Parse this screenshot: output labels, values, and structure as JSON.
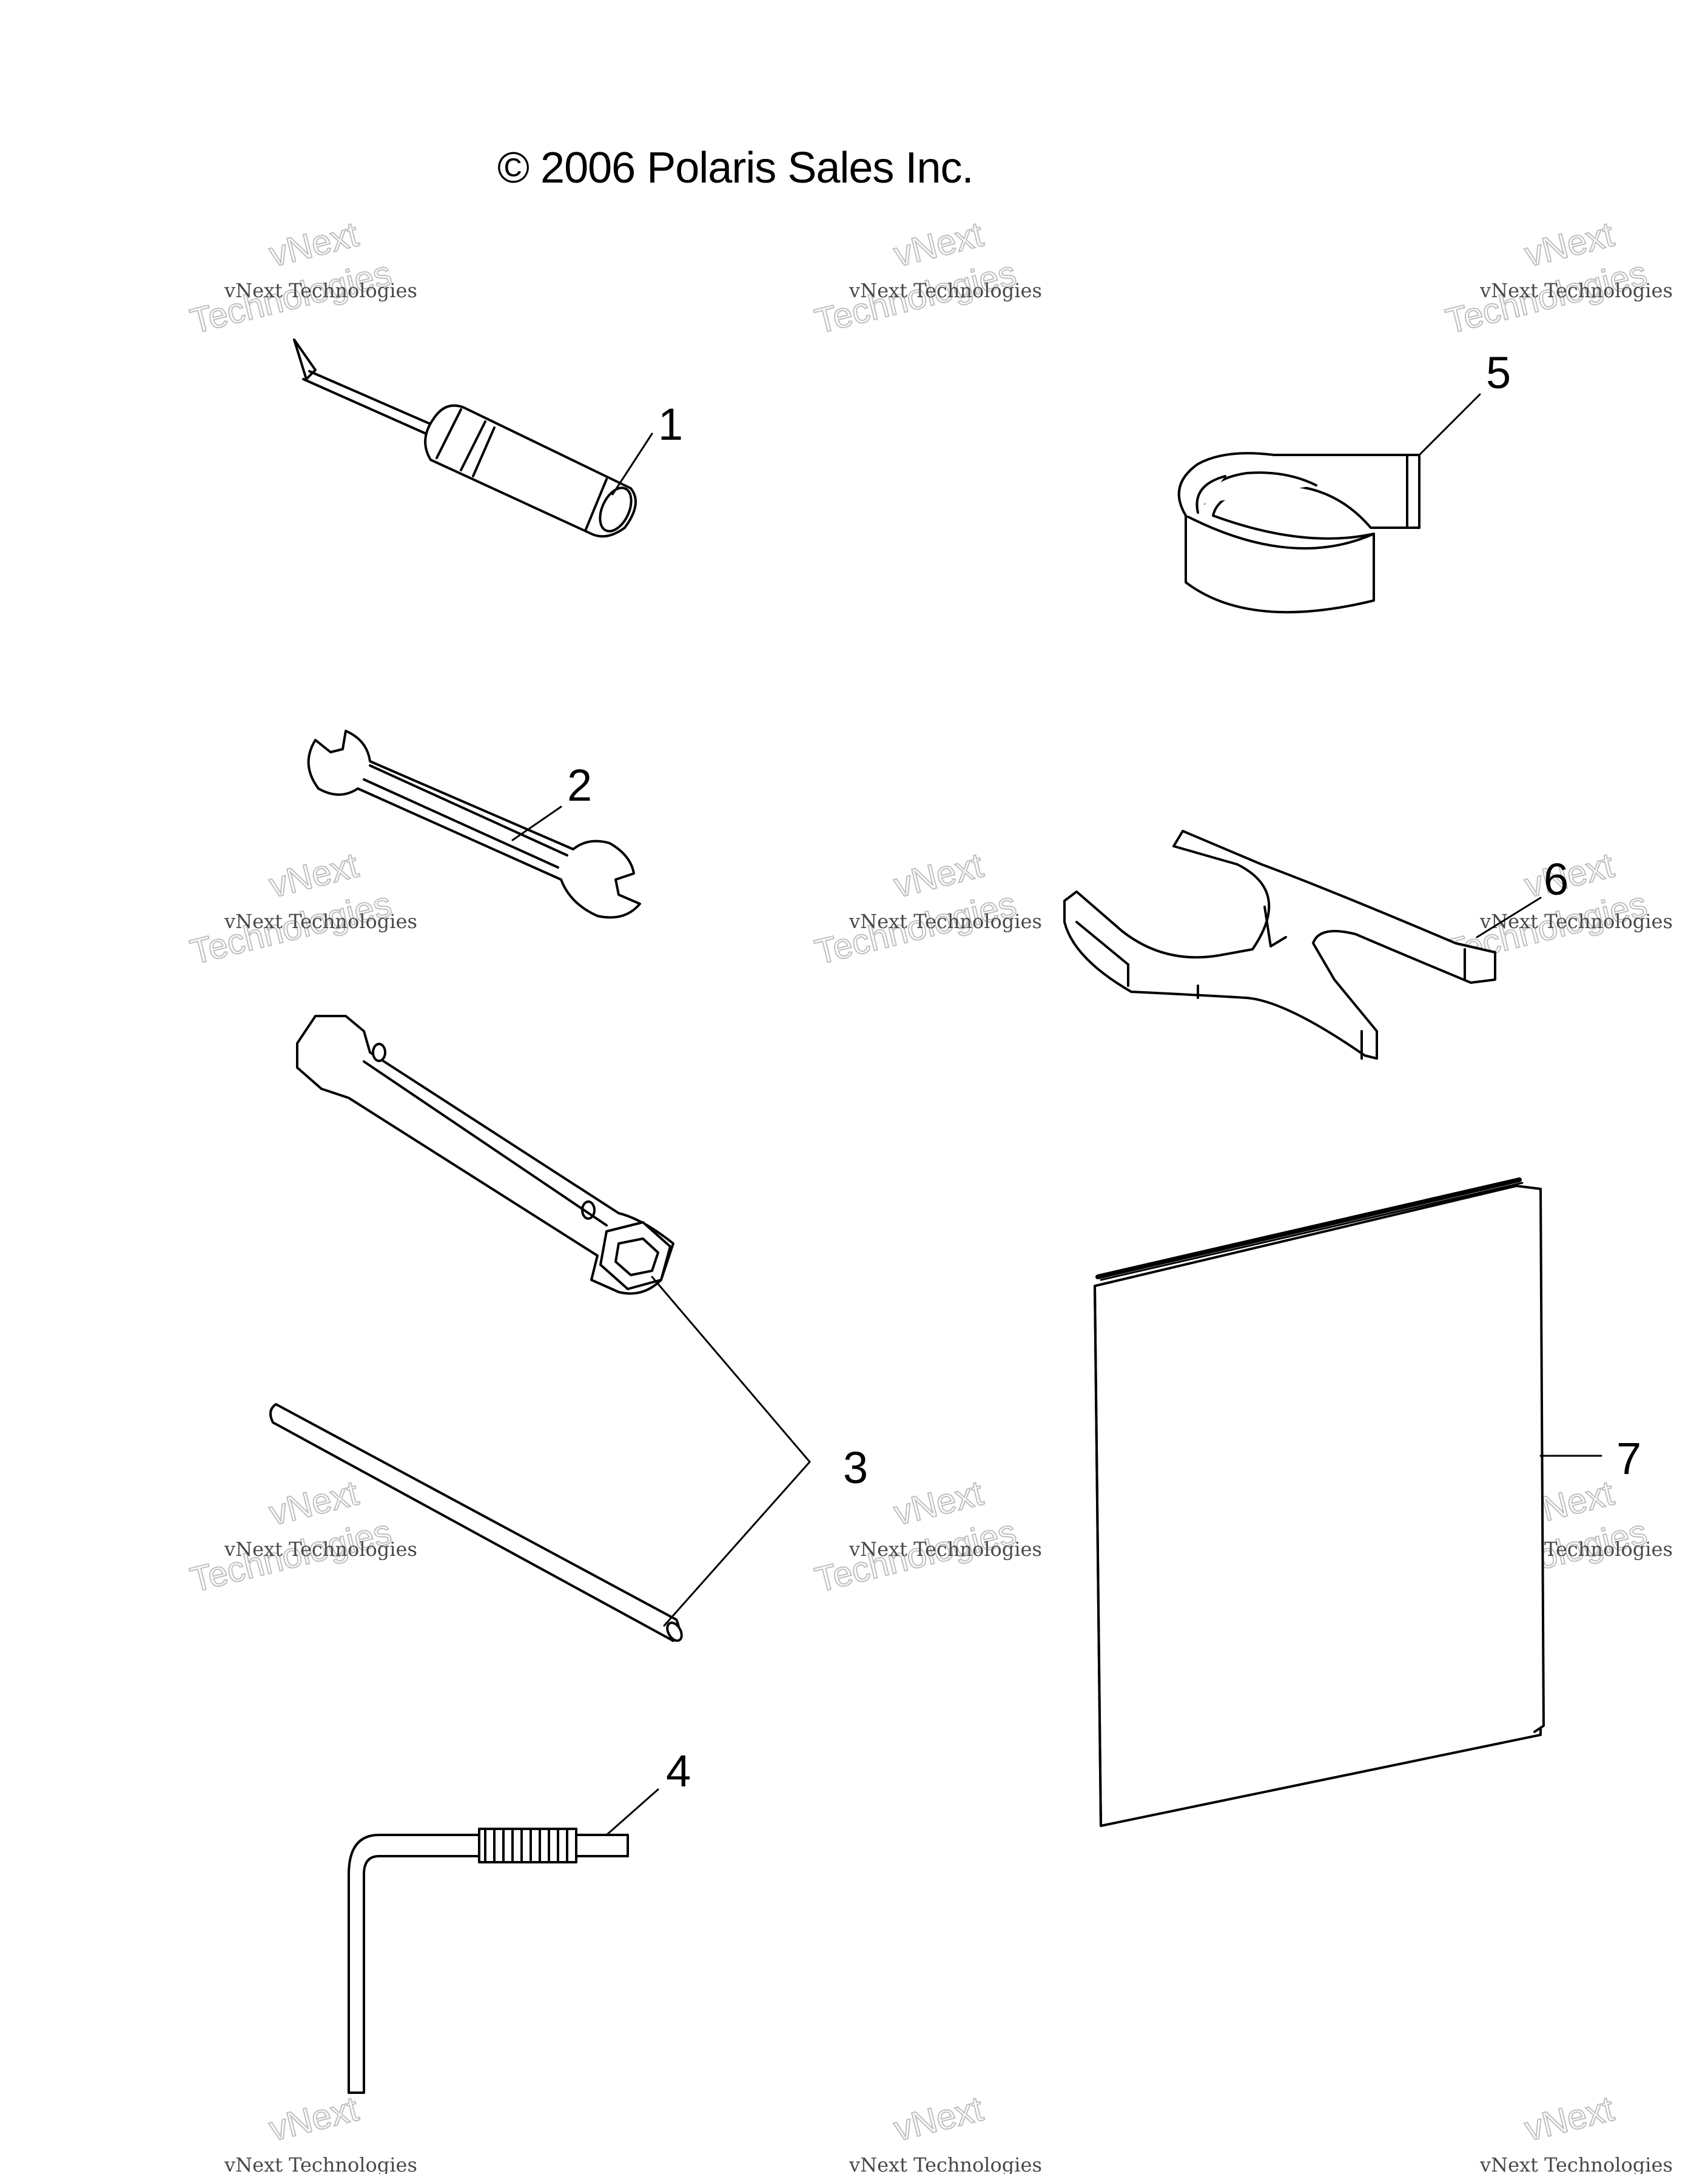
{
  "copyright": "© 2006 Polaris Sales Inc.",
  "callouts": [
    "1",
    "2",
    "3",
    "4",
    "5",
    "6",
    "7"
  ],
  "parts": {
    "p1": "screwdriver-icon",
    "p2": "wrench-icon",
    "p3": "socket-wrench-icon",
    "p3b": "tommy-bar-icon",
    "p4": "hex-key-icon",
    "p5": "strap-icon",
    "p6": "spanner-icon",
    "p7": "manual-icon"
  },
  "watermark": {
    "line1": "vNext Technologies",
    "line2": "vNext",
    "line3": "Technologies"
  }
}
